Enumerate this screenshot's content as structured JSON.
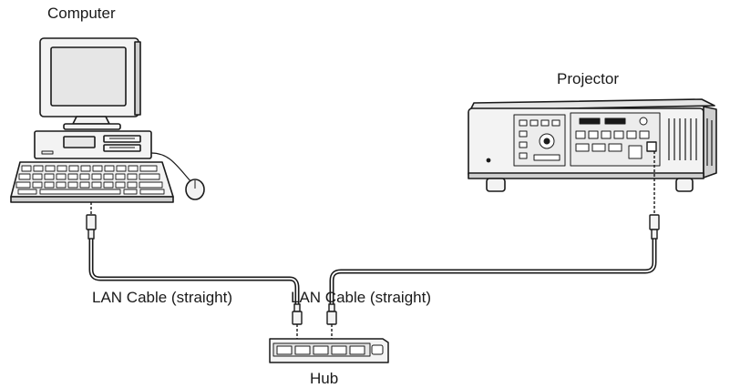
{
  "labels": {
    "computer": "Computer",
    "projector": "Projector",
    "cable_left": "LAN Cable (straight)",
    "cable_right": "LAN Cable (straight)",
    "hub": "Hub"
  },
  "colors": {
    "line": "#1a1a1a",
    "device_fill": "#f3f3f3",
    "device_shade": "#cfcfcf",
    "screen_fill": "#e6e6e6"
  }
}
